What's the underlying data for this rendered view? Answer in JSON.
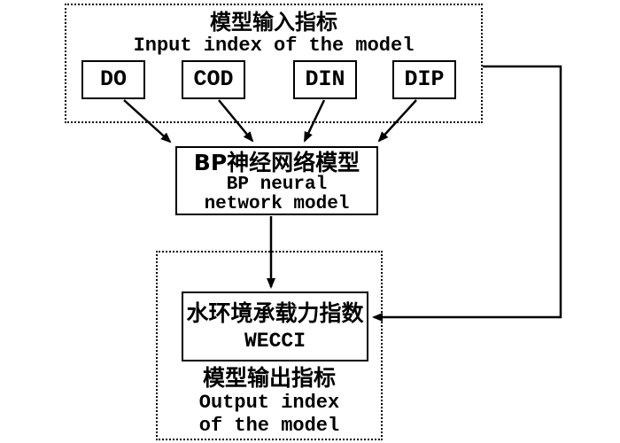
{
  "colors": {
    "line": "#000000",
    "background": "#ffffff"
  },
  "input_section": {
    "title_zh": "模型输入指标",
    "title_en": "Input index of the model",
    "indicators": [
      {
        "label": "DO"
      },
      {
        "label": "COD"
      },
      {
        "label": "DIN"
      },
      {
        "label": "DIP"
      }
    ]
  },
  "model_node": {
    "title_zh": "BP神经网络模型",
    "title_en_line1": "BP neural",
    "title_en_line2": "network model"
  },
  "output_section": {
    "node_zh": "水环境承载力指数",
    "node_en": "WECCI",
    "title_zh": "模型输出指标",
    "title_en_line1": "Output index",
    "title_en_line2": "of the model"
  }
}
